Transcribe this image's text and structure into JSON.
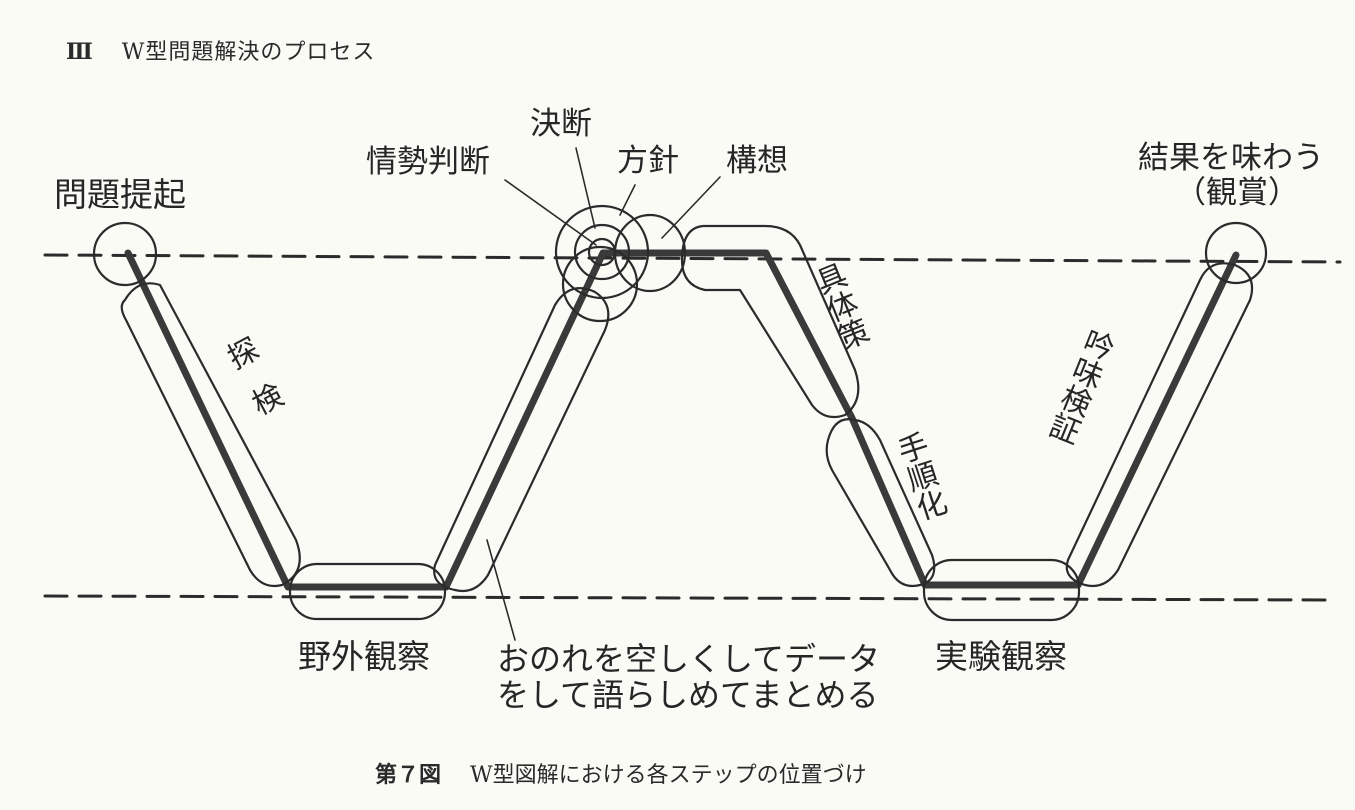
{
  "heading": {
    "numeral": "Ⅲ",
    "title": "W型問題解決のプロセス"
  },
  "diagram": {
    "type": "W-shaped problem-solving process",
    "reference_lines": [
      "upper dashed line (thinking level)",
      "lower dashed line (experience level)"
    ],
    "labels": {
      "problem_raising": "問題提起",
      "exploration": "探検",
      "field_observation": "野外観察",
      "situation_judgment": "情勢判断",
      "decision": "決断",
      "policy": "方針",
      "concept": "構想",
      "concrete_measures": "具体策",
      "procedure": "手順化",
      "experiment_observation": "実験観察",
      "examination_verification": "吟味検証",
      "enjoy_results": "結果を味わう",
      "appreciation": "（観賞）",
      "data_note": "おのれを空しくしてデータ\nをして語らしめてまとめる"
    },
    "steps_order": [
      "問題提起",
      "探検",
      "野外観察",
      "おのれを空しくしてデータをして語らしめてまとめる",
      "情勢判断",
      "決断",
      "方針",
      "構想",
      "具体策",
      "手順化",
      "実験観察",
      "吟味検証",
      "結果を味わう（観賞）"
    ]
  },
  "caption": {
    "figure_number": "第７図",
    "text": "W型図解における各ステップの位置づけ"
  }
}
